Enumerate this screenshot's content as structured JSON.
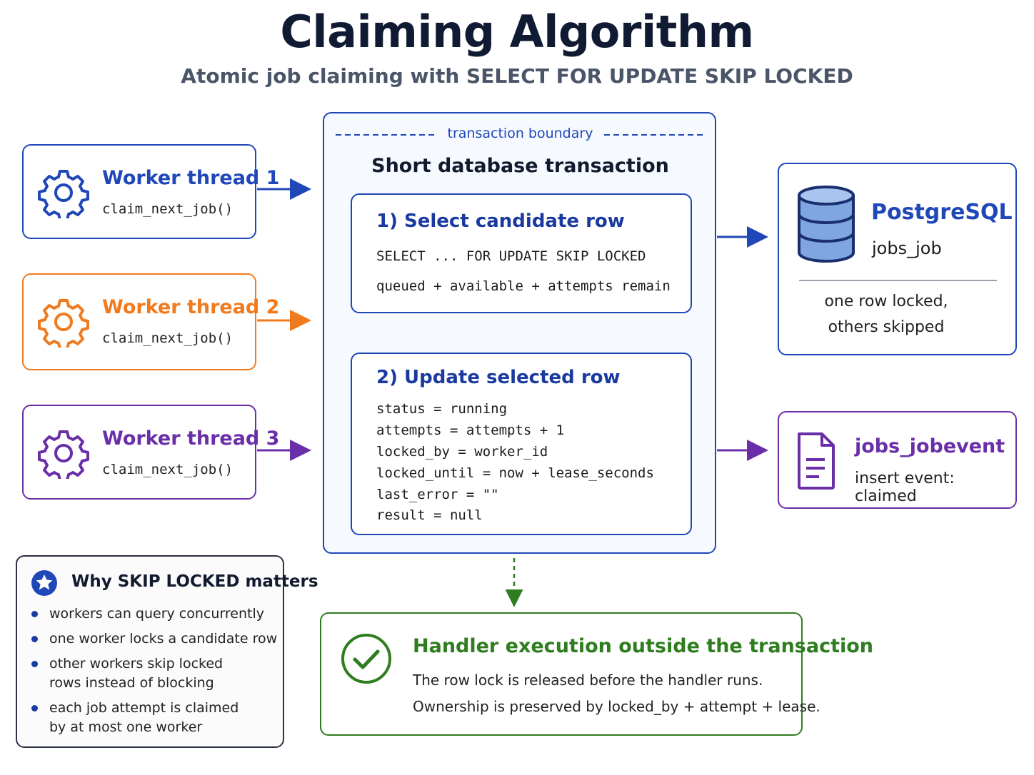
{
  "header": {
    "title": "Claiming Algorithm",
    "subtitle": "Atomic job claiming with SELECT FOR UPDATE SKIP LOCKED"
  },
  "workers": [
    {
      "title": "Worker thread 1",
      "call": "claim_next_job()",
      "color": "#1f47b8"
    },
    {
      "title": "Worker thread 2",
      "call": "claim_next_job()",
      "color": "#f07a1e"
    },
    {
      "title": "Worker thread 3",
      "call": "claim_next_job()",
      "color": "#6a2fa8"
    }
  ],
  "transaction": {
    "boundary_label": "transaction boundary",
    "title": "Short database transaction",
    "step1": {
      "title": "1) Select candidate row",
      "lines": [
        "SELECT ... FOR UPDATE SKIP LOCKED",
        "queued + available + attempts remain"
      ]
    },
    "step2": {
      "title": "2) Update selected row",
      "lines": [
        "status = running",
        "attempts = attempts + 1",
        "locked_by = worker_id",
        "locked_until = now + lease_seconds",
        "last_error = \"\"",
        "result = null"
      ]
    }
  },
  "postgres": {
    "title": "PostgreSQL",
    "table": "jobs_job",
    "note_line1": "one row locked,",
    "note_line2": "others skipped",
    "icon": "database-icon"
  },
  "jobevent": {
    "title": "jobs_jobevent",
    "note": "insert event: claimed",
    "icon": "document-icon"
  },
  "why": {
    "title": "Why SKIP LOCKED matters",
    "icon": "star-icon",
    "items": [
      "workers can query concurrently",
      "one worker locks a candidate row",
      "other workers skip locked rows instead of blocking",
      "each job attempt is claimed by at most one worker"
    ]
  },
  "handler": {
    "title": "Handler execution outside the transaction",
    "line1": "The row lock is released before the handler runs.",
    "line2": "Ownership is preserved by locked_by + attempt + lease.",
    "icon": "checkmark-icon"
  },
  "colors": {
    "blue": "#1f47b8",
    "orange": "#f07a1e",
    "purple": "#6a2fa8",
    "green": "#2e7d1f",
    "dark": "#101b33"
  }
}
